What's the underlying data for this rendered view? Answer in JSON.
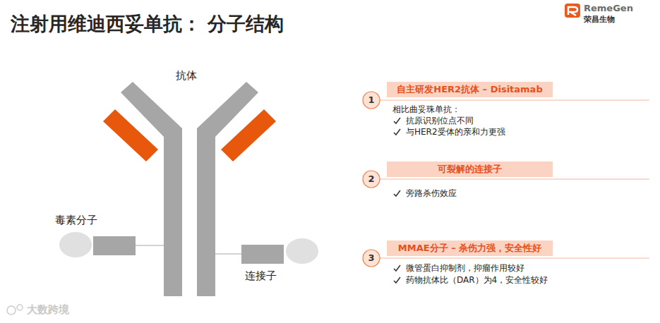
{
  "diagram": {
    "title": "注射用维迪西妥单抗： 分子结构",
    "nodes": [
      {
        "text": [
          "1"
        ]
      },
      {
        "text": [
          "自主研发HER2抗体 – Disitamab"
        ]
      },
      {
        "text": [
          "2"
        ]
      },
      {
        "text": [
          "可裂解的连接子"
        ]
      },
      {
        "text": [
          "3"
        ]
      },
      {
        "text": [
          "MMAE分子 – 杀伤力强，安全性好"
        ]
      }
    ],
    "labels": [
      "RemeGen",
      "荣昌生物",
      "抗体",
      "毒素分子",
      "连接子",
      "相比曲妥珠单抗：",
      "抗原识别位点不同",
      "与HER2受体的亲和力更强",
      "旁路杀伤效应",
      "微管蛋白抑制剂，抑瘤作用较好",
      "药物抗体比（DAR）为4，安全性较好",
      "大数跨境"
    ]
  }
}
